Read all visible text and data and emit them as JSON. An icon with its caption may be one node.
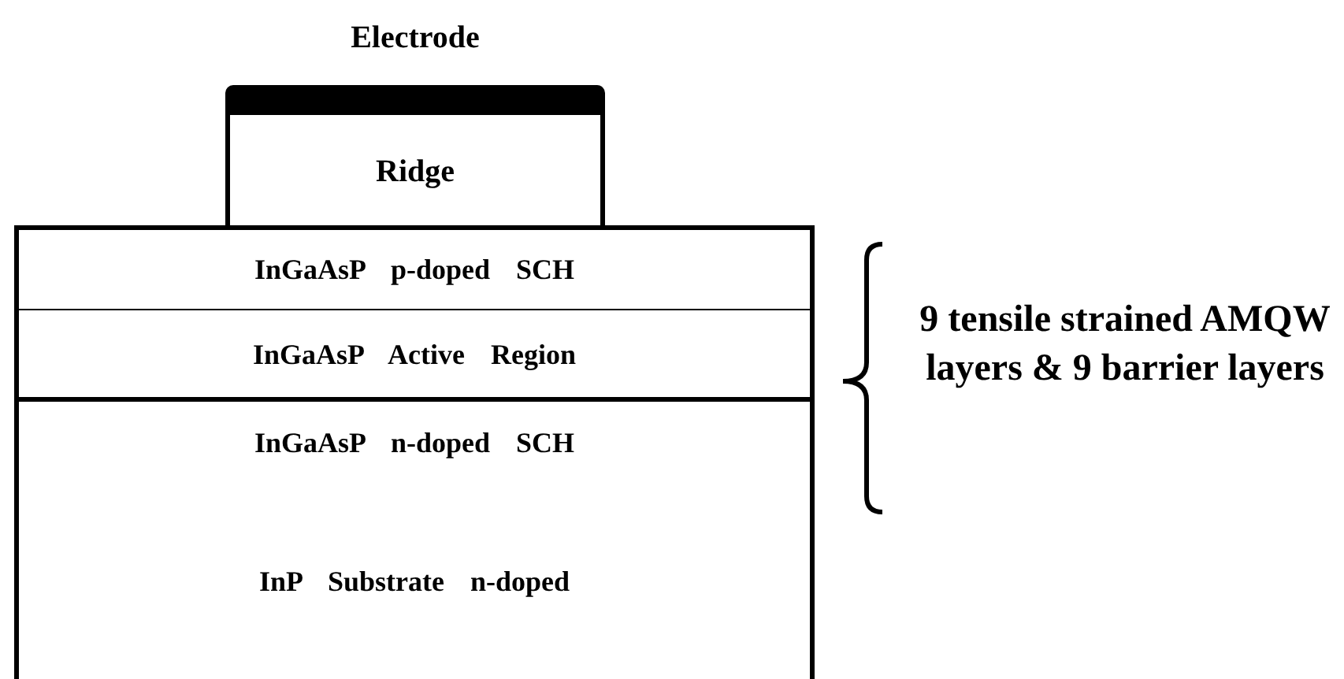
{
  "diagram": {
    "nodes": [
      {
        "text": [
          "Electrode"
        ]
      },
      {
        "text": [
          "Ridge"
        ]
      },
      {
        "text": [
          "InGaAsP p-doped SCH"
        ]
      },
      {
        "text": [
          "InGaAsP Active Region"
        ]
      },
      {
        "text": [
          "InGaAsP n-doped SCH"
        ]
      },
      {
        "text": [
          "InP Substrate n-doped"
        ]
      }
    ],
    "labels": [
      "9 tensile strained AMQW layers & 9 barrier layers"
    ]
  }
}
